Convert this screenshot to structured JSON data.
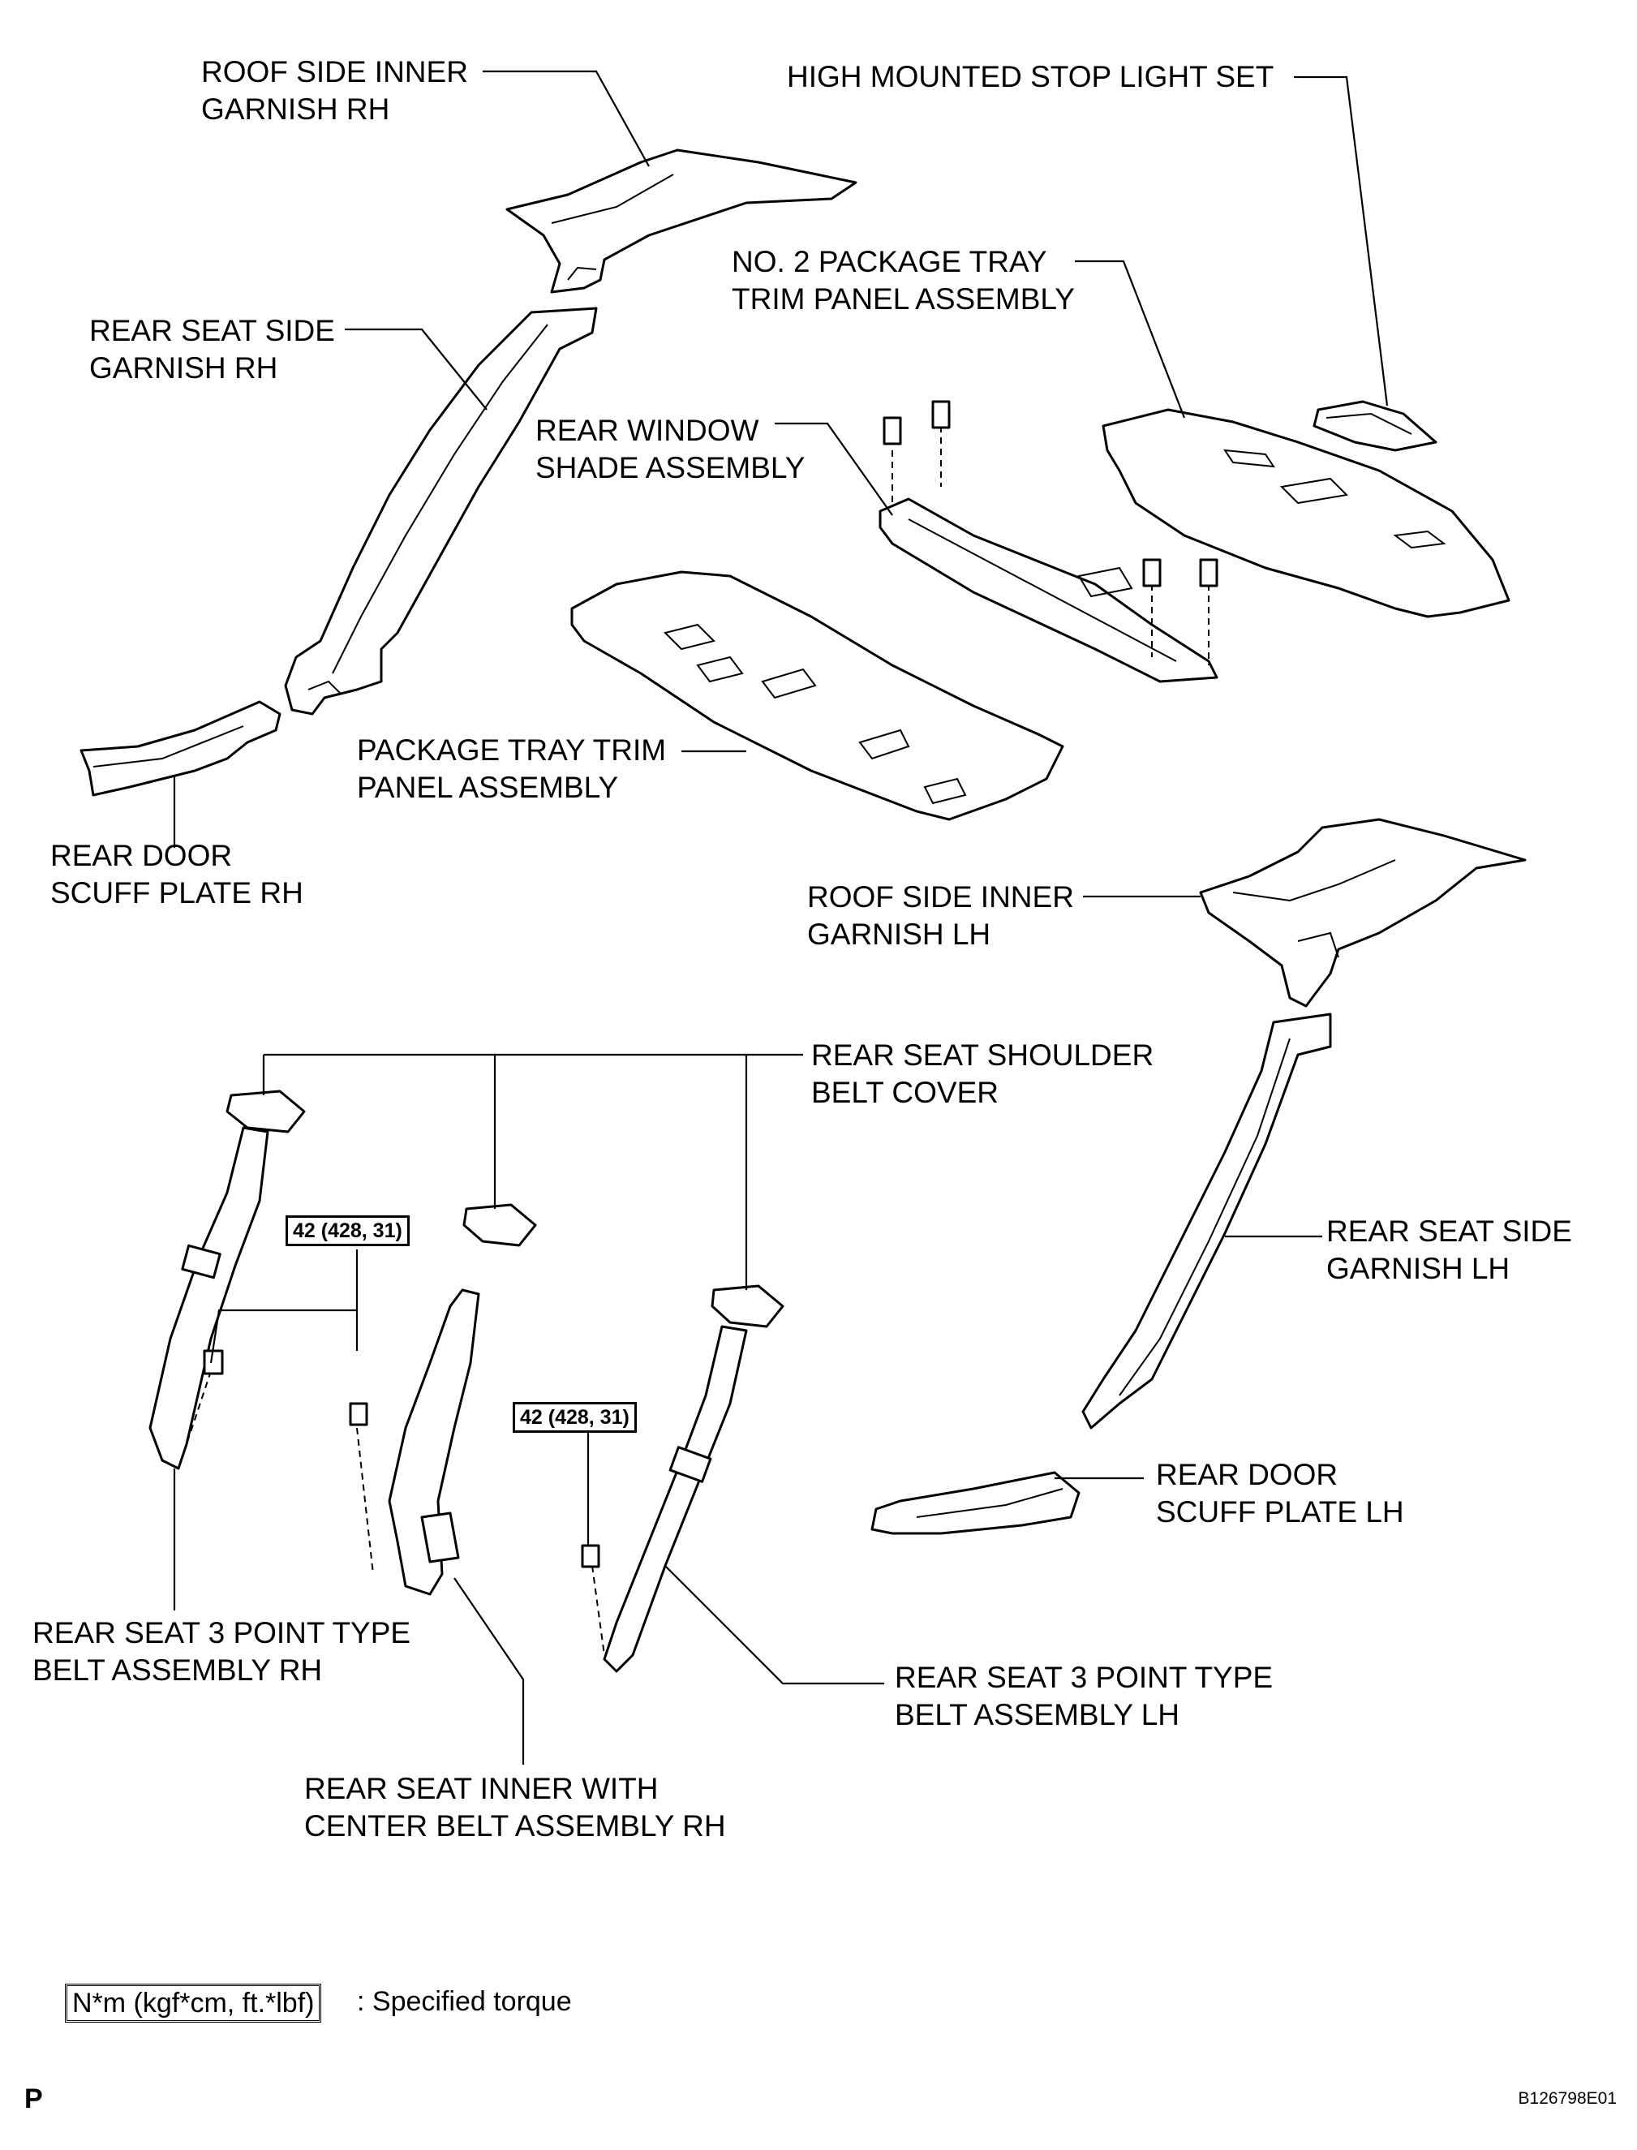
{
  "labels": {
    "roof_side_inner_garnish_rh": [
      "ROOF SIDE INNER",
      "GARNISH RH"
    ],
    "high_mounted_stop_light_set": [
      "HIGH MOUNTED STOP LIGHT SET"
    ],
    "no2_package_tray_trim_panel": [
      "NO. 2 PACKAGE TRAY",
      "TRIM PANEL ASSEMBLY"
    ],
    "rear_seat_side_garnish_rh": [
      "REAR SEAT SIDE",
      "GARNISH RH"
    ],
    "rear_window_shade_assembly": [
      "REAR WINDOW",
      "SHADE ASSEMBLY"
    ],
    "package_tray_trim_panel": [
      "PACKAGE TRAY TRIM",
      "PANEL ASSEMBLY"
    ],
    "rear_door_scuff_plate_rh": [
      "REAR DOOR",
      "SCUFF PLATE RH"
    ],
    "roof_side_inner_garnish_lh": [
      "ROOF SIDE INNER",
      "GARNISH LH"
    ],
    "rear_seat_shoulder_belt_cover": [
      "REAR SEAT SHOULDER",
      "BELT COVER"
    ],
    "rear_seat_side_garnish_lh": [
      "REAR SEAT SIDE",
      "GARNISH LH"
    ],
    "rear_door_scuff_plate_lh": [
      "REAR DOOR",
      "SCUFF PLATE LH"
    ],
    "rear_seat_3pt_belt_rh": [
      "REAR SEAT 3 POINT TYPE",
      "BELT ASSEMBLY RH"
    ],
    "rear_seat_3pt_belt_lh": [
      "REAR SEAT 3 POINT TYPE",
      "BELT ASSEMBLY LH"
    ],
    "rear_seat_inner_center_belt_rh": [
      "REAR SEAT INNER WITH",
      "CENTER BELT ASSEMBLY RH"
    ]
  },
  "torque": {
    "rh_belt_bolt": "42 (428, 31)",
    "lh_belt_bolt": "42 (428, 31)"
  },
  "legend": {
    "unit_box": "N*m (kgf*cm, ft.*lbf)",
    "unit_text": ": Specified torque"
  },
  "footer": {
    "corner_letter": "P",
    "figure_id": "B126798E01"
  }
}
